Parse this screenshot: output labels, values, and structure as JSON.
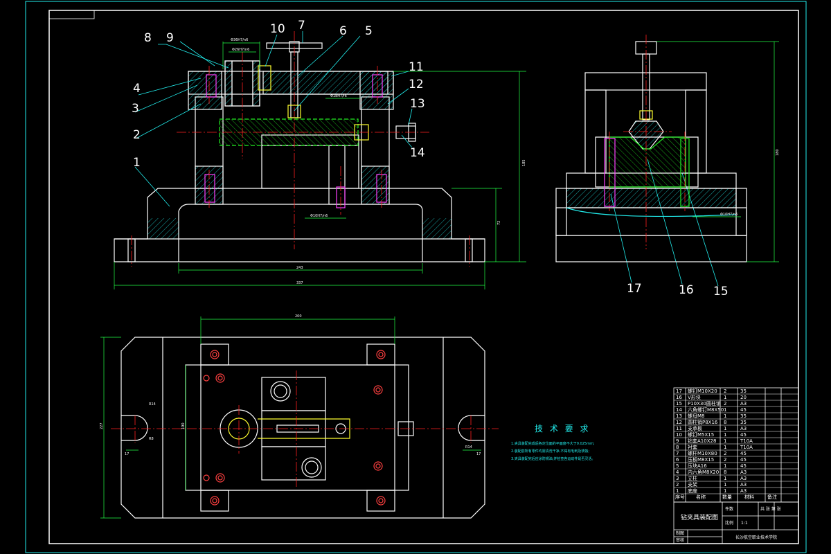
{
  "callouts": [
    "1",
    "2",
    "3",
    "4",
    "5",
    "6",
    "7",
    "8",
    "9",
    "10",
    "11",
    "12",
    "13",
    "14",
    "15",
    "16",
    "17"
  ],
  "dims": {
    "top_fit": "Φ36H7/n6",
    "top_fit2": "Φ26H7/n6",
    "mid_fit": "Φ18H7/f6",
    "bot_fit": "Φ10H7/n6",
    "height_v": "185",
    "height_v2": "72",
    "width_inner": "243",
    "width_total": "337",
    "plan_width": "200",
    "plan_height": "227",
    "plan_inner": "190",
    "r14a": "R14",
    "r14b": "R14",
    "r8": "R8",
    "d17a": "17",
    "d17b": "17",
    "side_height": "180",
    "side_fit": "Φ10H7/n6"
  },
  "tech": {
    "title": "技 术 要 求",
    "lines": [
      "1.夹具装配完成后各定位面的平面度不大于0.025mm;",
      "2.装配前所有零件均需清洗干净,不得有毛刺及锈蚀;",
      "3.夹具装配完后应涂防锈油,并检查各运动件是否灵活。"
    ]
  },
  "bom": [
    {
      "no": "17",
      "name": "螺钉M10X20",
      "qty": "2",
      "mat": "35"
    },
    {
      "no": "16",
      "name": "V形块",
      "qty": "1",
      "mat": "20"
    },
    {
      "no": "15",
      "name": "P10X30圆柱销",
      "qty": "2",
      "mat": "A3"
    },
    {
      "no": "14",
      "name": "六角螺钉M8X50",
      "qty": "1",
      "mat": "45"
    },
    {
      "no": "13",
      "name": "螺母M8",
      "qty": "1",
      "mat": "35"
    },
    {
      "no": "12",
      "name": "圆柱销P8X16",
      "qty": "8",
      "mat": "35"
    },
    {
      "no": "11",
      "name": "支承板",
      "qty": "1",
      "mat": "A3"
    },
    {
      "no": "10",
      "name": "螺钉M5X15",
      "qty": "1",
      "mat": "45"
    },
    {
      "no": "9",
      "name": "钻套A10X28",
      "qty": "1",
      "mat": "T10A"
    },
    {
      "no": "8",
      "name": "衬套",
      "qty": "1",
      "mat": "T10A"
    },
    {
      "no": "7",
      "name": "螺杆M10X80",
      "qty": "2",
      "mat": "45"
    },
    {
      "no": "6",
      "name": "压板M8X15",
      "qty": "2",
      "mat": "45"
    },
    {
      "no": "5",
      "name": "压块A16",
      "qty": "1",
      "mat": "45"
    },
    {
      "no": "4",
      "name": "内六角M8X20",
      "qty": "8",
      "mat": "A3"
    },
    {
      "no": "3",
      "name": "立柱",
      "qty": "1",
      "mat": "A3"
    },
    {
      "no": "2",
      "name": "支架",
      "qty": "1",
      "mat": "A3"
    },
    {
      "no": "1",
      "name": "底座",
      "qty": "1",
      "mat": "A3"
    }
  ],
  "bom_header": {
    "no": "序号",
    "name": "名称",
    "qty": "数量",
    "mat": "材料",
    "note": "备注"
  },
  "title_block": {
    "drawing_title": "钻夹具装配图",
    "scale_label": "比例",
    "scale_value": "1:1",
    "sheet_label": "共 张 第 张",
    "pieces_label": "件数",
    "drawn_label": "制图",
    "checked_label": "审核",
    "school": "长沙航空职业技术学院"
  },
  "colors": {
    "frame": "#2ee",
    "outline": "#ffffff",
    "center": "#ff2020",
    "dimension": "#22ff44",
    "hatch": "#2ee",
    "detail": "#ffff30",
    "fastener": "#ff40ff"
  }
}
